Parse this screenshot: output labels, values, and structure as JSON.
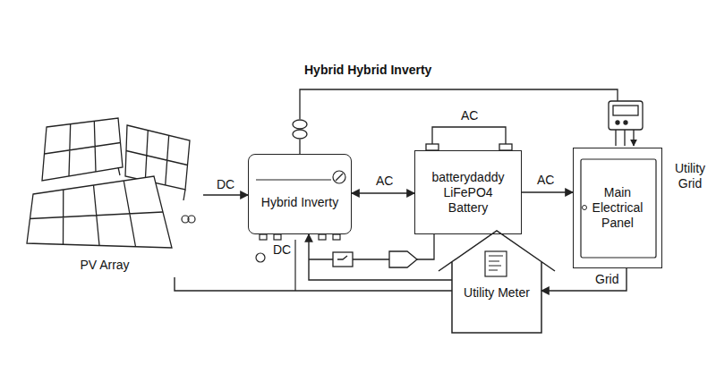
{
  "diagram": {
    "title": "Hybrid Hybrid Inverty",
    "nodes": [
      {
        "text": [
          "PV Array"
        ]
      },
      {
        "text": [
          "Hybrid Inverty"
        ]
      },
      {
        "text": [
          "batterydaddy LiFePO4 Battery"
        ]
      },
      {
        "text": [
          "Main Electrical Panel"
        ]
      },
      {
        "text": [
          "Utility Meter"
        ]
      }
    ],
    "edges": [
      {
        "from": 0,
        "to": 1,
        "label": "DC",
        "arrow": "to"
      },
      {
        "from": 1,
        "to": 2,
        "label": "AC",
        "arrow": "both"
      },
      {
        "from": 2,
        "to": 3,
        "label": "AC",
        "arrow": "to"
      },
      {
        "from": 0,
        "to": 4,
        "arrow": "none"
      },
      {
        "from": 3,
        "to": 4,
        "label": "Grid",
        "arrow": "to"
      },
      {
        "from": 4,
        "to": 1,
        "arrow": "to"
      }
    ],
    "labels": [
      "AC",
      "DC",
      "Utility Grid"
    ]
  }
}
